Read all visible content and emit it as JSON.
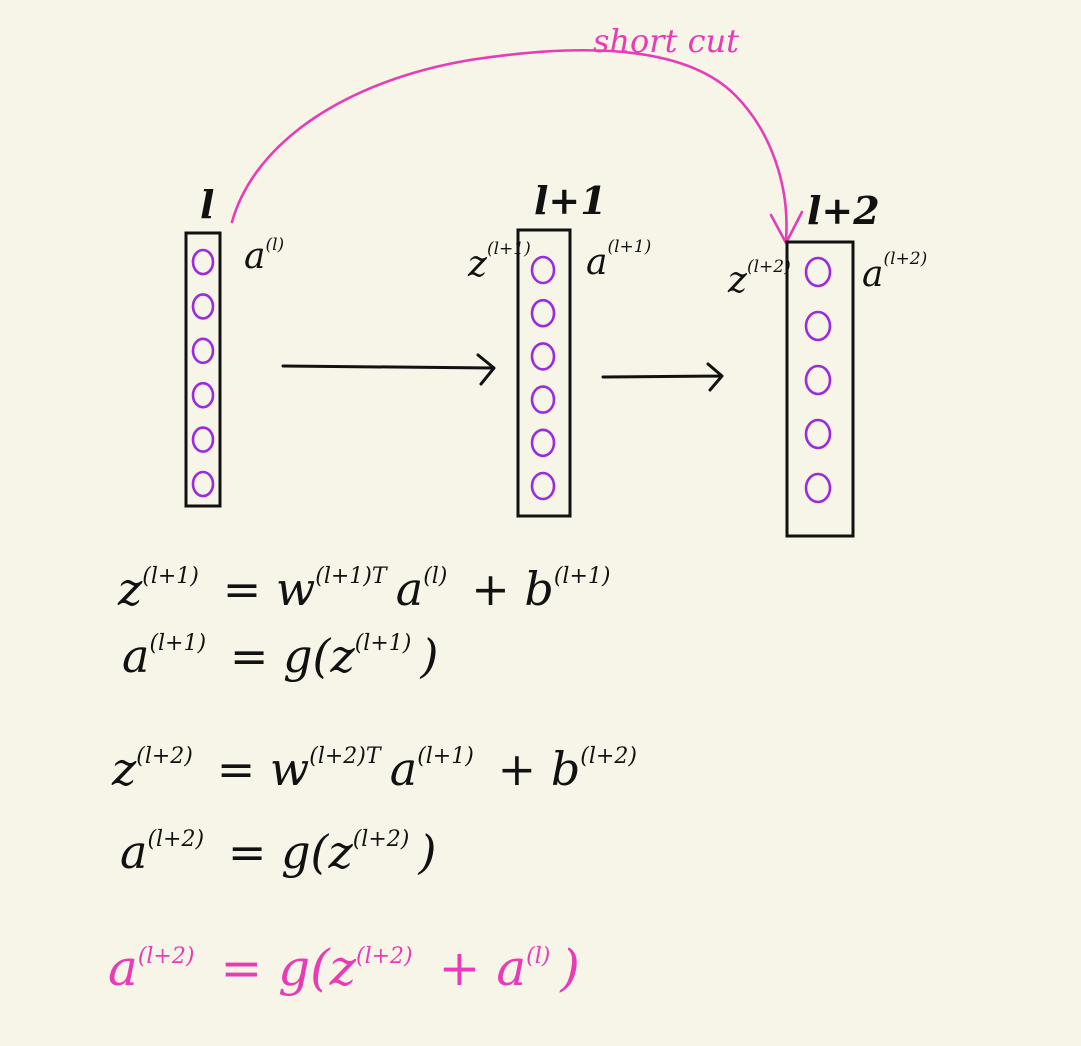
{
  "shortcut_label": "short cut",
  "layers": [
    {
      "id": "l",
      "label": "l",
      "left_var": "",
      "left_sup": "",
      "right_var": "a",
      "right_sup": "(l)",
      "node_count": 6
    },
    {
      "id": "l1",
      "label": "l+1",
      "left_var": "z",
      "left_sup": "(l+1)",
      "right_var": "a",
      "right_sup": "(l+1)",
      "node_count": 6
    },
    {
      "id": "l2",
      "label": "l+2",
      "left_var": "z",
      "left_sup": "(l+2)",
      "right_var": "a",
      "right_sup": "(l+2)",
      "node_count": 5
    }
  ],
  "equations": [
    {
      "highlight": false,
      "parts": [
        {
          "t": "z",
          "s": "(l+1)"
        },
        {
          "t": " = "
        },
        {
          "t": "w",
          "s": "(l+1)T"
        },
        {
          "t": "a",
          "s": "(l)"
        },
        {
          "t": " + "
        },
        {
          "t": "b",
          "s": "(l+1)"
        }
      ]
    },
    {
      "highlight": false,
      "parts": [
        {
          "t": "a",
          "s": "(l+1)"
        },
        {
          "t": " = "
        },
        {
          "t": "g(z",
          "s": "(l+1)"
        },
        {
          "t": ")"
        }
      ]
    },
    {
      "highlight": false,
      "parts": [
        {
          "t": "z",
          "s": "(l+2)"
        },
        {
          "t": " = "
        },
        {
          "t": "w",
          "s": "(l+2)T"
        },
        {
          "t": "a",
          "s": "(l+1)"
        },
        {
          "t": " + "
        },
        {
          "t": "b",
          "s": "(l+2)"
        }
      ]
    },
    {
      "highlight": false,
      "parts": [
        {
          "t": "a",
          "s": "(l+2)"
        },
        {
          "t": " = "
        },
        {
          "t": "g(z",
          "s": "(l+2)"
        },
        {
          "t": ")"
        }
      ]
    },
    {
      "highlight": true,
      "parts": [
        {
          "t": "a",
          "s": "(l+2)"
        },
        {
          "t": " = "
        },
        {
          "t": "g(z",
          "s": "(l+2)"
        },
        {
          "t": " + "
        },
        {
          "t": "a",
          "s": "(l)"
        },
        {
          "t": ")"
        }
      ]
    }
  ],
  "colors": {
    "background": "#f7f4e8",
    "ink": "#111111",
    "node": "#9a2be0",
    "highlight": "#e83bb5"
  }
}
